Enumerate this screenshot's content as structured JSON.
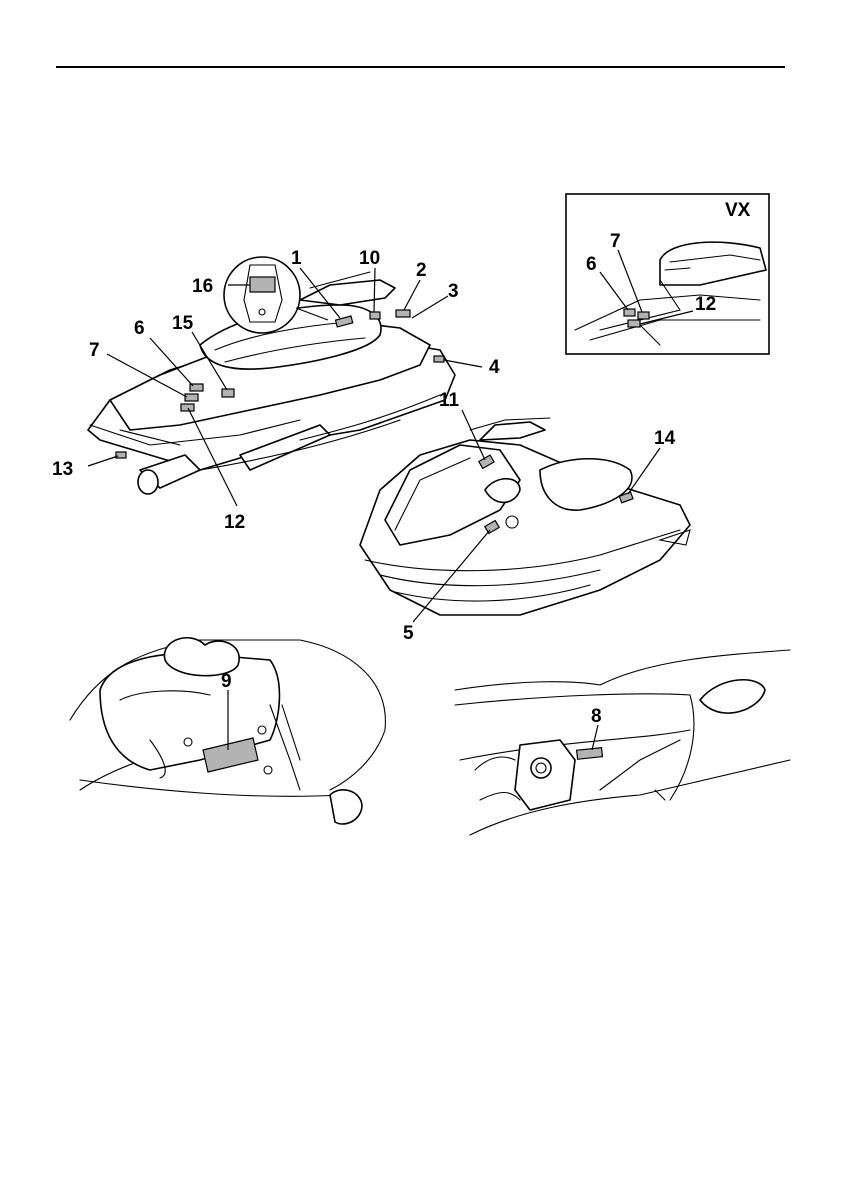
{
  "inset": {
    "title": "VX"
  },
  "callouts": {
    "c1": "1",
    "c2": "2",
    "c3": "3",
    "c4": "4",
    "c5": "5",
    "c6": "6",
    "c7": "7",
    "c8": "8",
    "c9": "9",
    "c10": "10",
    "c11": "11",
    "c12": "12",
    "c13": "13",
    "c14": "14",
    "c15": "15",
    "c16": "16",
    "inset_6": "6",
    "inset_7": "7",
    "inset_12": "12"
  }
}
